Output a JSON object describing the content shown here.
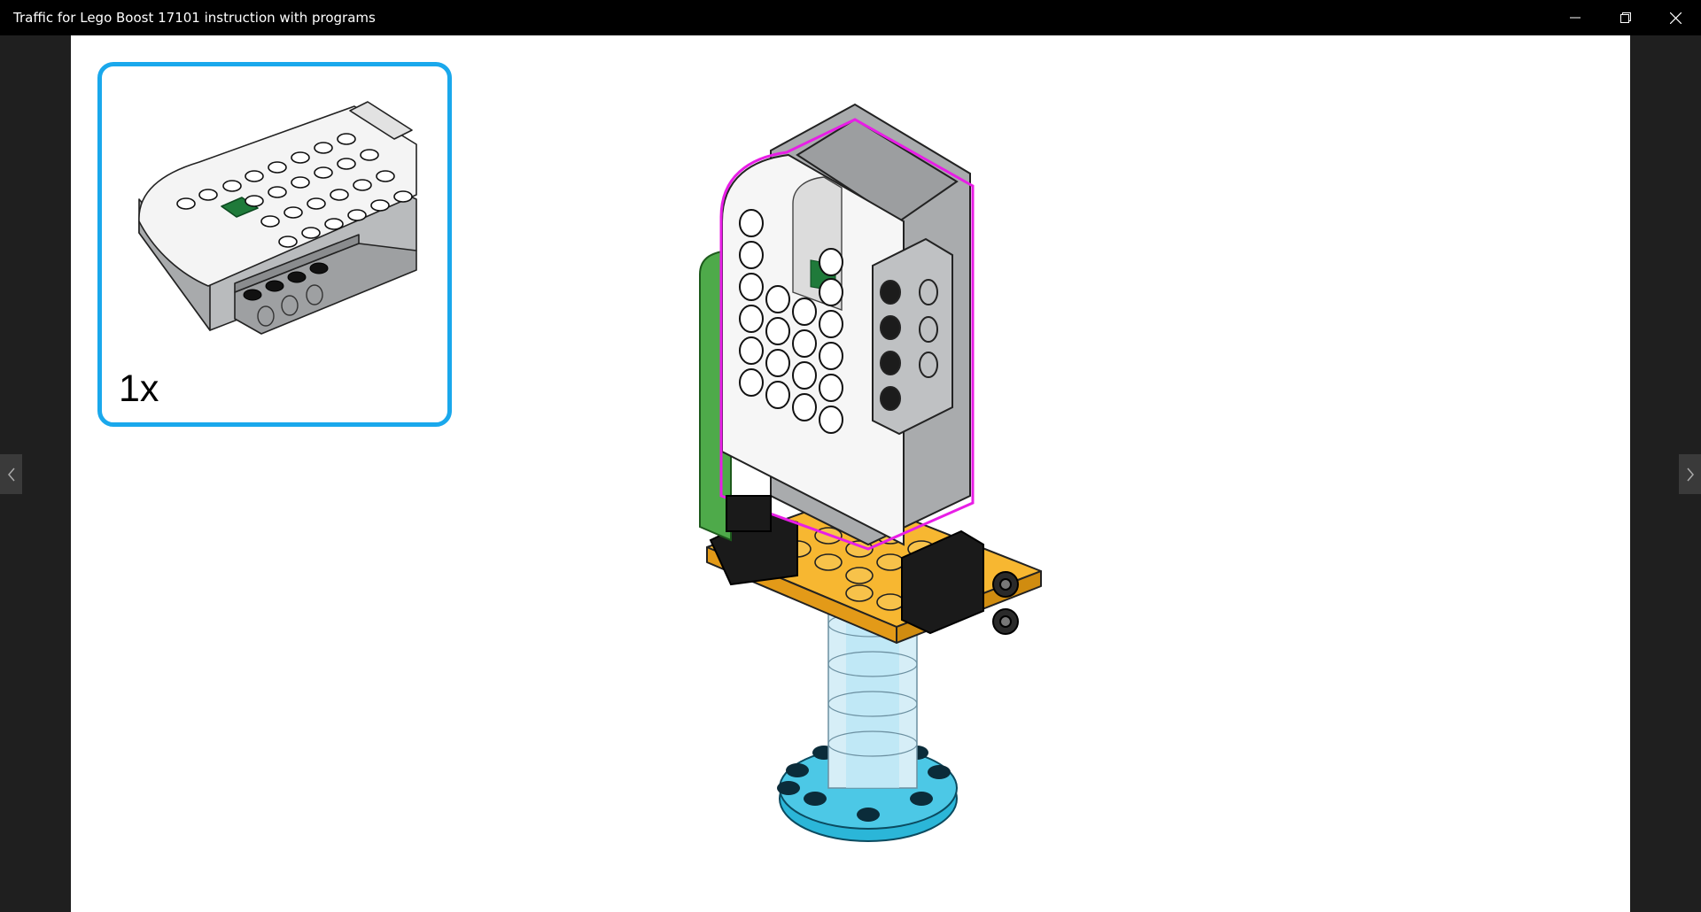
{
  "window": {
    "title": "Traffic for Lego Boost 17101 instruction with programs",
    "controls": [
      "minimize-icon",
      "restore-icon",
      "close-icon"
    ]
  },
  "parts_callout": {
    "quantity": "1x",
    "part": "move-hub-icon",
    "accent_color": "#1aa8ec"
  },
  "build_step": {
    "highlight_color": "#e81ee6",
    "image": "assembled-model"
  },
  "navigation": {
    "prev_icon": "chevron-left-icon",
    "next_icon": "chevron-right-icon"
  }
}
